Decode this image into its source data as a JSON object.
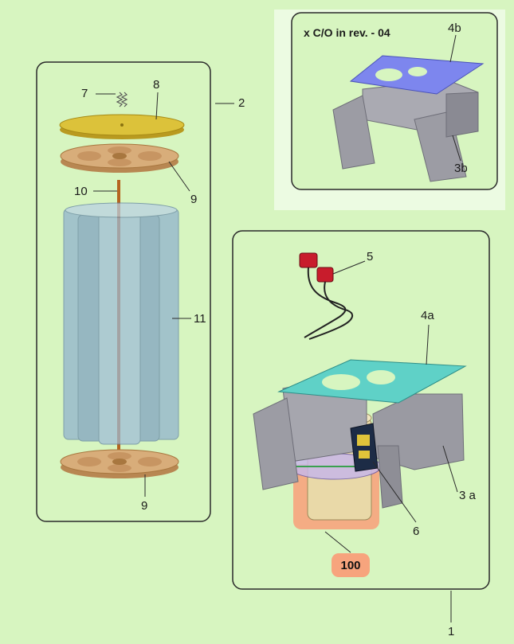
{
  "revision_note": "x C/O in rev. - 04",
  "labels": {
    "n1": "1",
    "n2": "2",
    "n3a": "3 a",
    "n3b": "3b",
    "n4a": "4a",
    "n4b": "4b",
    "n5": "5",
    "n6": "6",
    "n7": "7",
    "n8": "8",
    "n9_top": "9",
    "n9_bottom": "9",
    "n10": "10",
    "n11": "11",
    "n100": "100"
  },
  "colors": {
    "background": "#d7f5c0",
    "panel_fill": "#d7f5c0",
    "inset_backdrop": "#ecfbe2",
    "frame_stroke": "#2a2a2a",
    "cover_plate": "#dcc23a",
    "disc": "#d8ad7a",
    "tubes": "#8fb0cf",
    "rod": "#b5641f",
    "bracket": "#9c9ca4",
    "plate_4a": "#5fd1c7",
    "plate_4b": "#7d86ee",
    "sensor": "#c81c2c",
    "highlight_100": "#f7a47d"
  }
}
